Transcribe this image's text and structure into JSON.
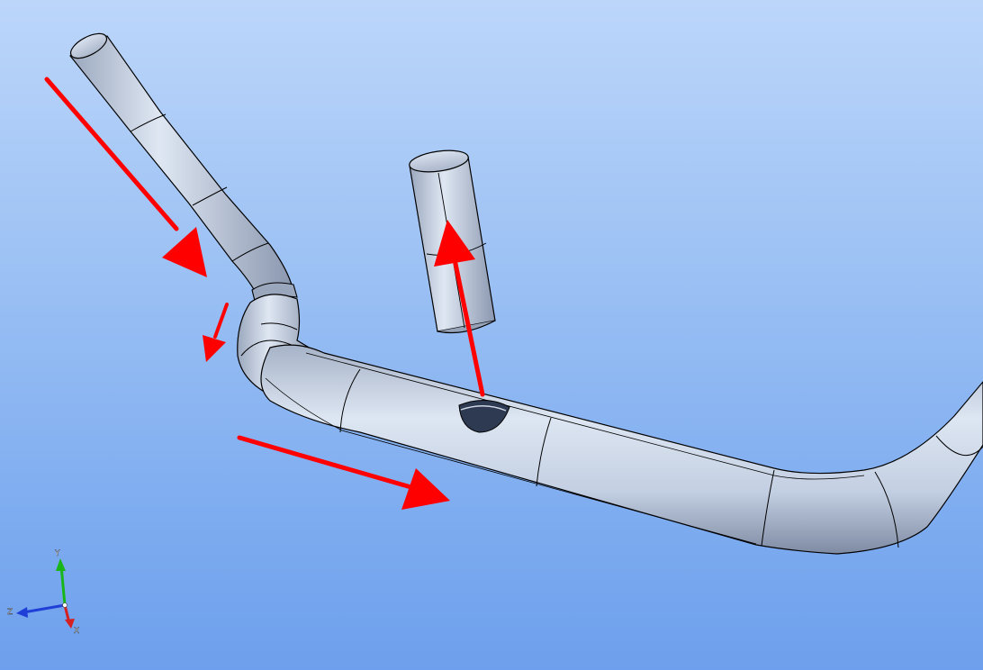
{
  "viewport": {
    "background_top": "#bcd6fa",
    "background_bottom": "#6d9fec"
  },
  "model": {
    "pipe_color": "#c6d2e6",
    "pipe_shade": "#8c99b1",
    "edge_color": "#000000",
    "arrow_color": "#ff0000",
    "icons": [
      "inlet-pipe",
      "main-pipe",
      "branch-cylinder",
      "flow-arrow"
    ]
  },
  "triad": {
    "labels": {
      "y": "Y",
      "z": "Z",
      "x": "X"
    },
    "colors": {
      "y": "#19b619",
      "z": "#1f3fd6",
      "x": "#d42020"
    }
  }
}
